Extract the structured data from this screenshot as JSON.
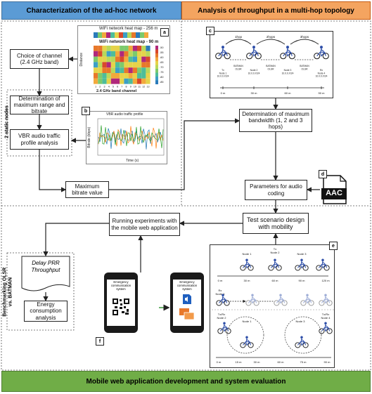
{
  "headers": {
    "left": "Characterization of the ad-hoc network",
    "right": "Analysis of throughput in a multi-hop topology",
    "footer": "Mobile web application development and system evaluation"
  },
  "nodes": {
    "choice_channel": "Choice of channel (2.4 GHz band)",
    "determination_range": "Determination of maximum range and bitrate",
    "vbr_audio": "VBR audio traffic profile analysis",
    "max_bitrate": "Maximum bitrate value",
    "determination_bandwidth": "Determination of maximum bandwidth (1, 2 and 3 hops)",
    "parameters_audio": "Parameters for audio coding",
    "test_scenario": "Test scenario design with mobility",
    "running_experiments": "Running experiments with the mobile web application",
    "delay_prr": "Delay PRR Throughput",
    "energy": "Energy consumption analysis"
  },
  "side_labels": {
    "static_nodes": "2 static nodes",
    "benchmarking": "Benchmarking OLSR vs. BATMAN"
  },
  "badges": [
    "a",
    "b",
    "c",
    "d",
    "e",
    "f"
  ],
  "heatmap": {
    "title_back": "WiFi network heat map - 256 m",
    "title_front": "WiFi network heat map - 90 m",
    "xlabel": "2.4 GHz band channel",
    "ylabel": "Distance",
    "xticks": [
      "1",
      "2",
      "3",
      "4",
      "5",
      "6",
      "7",
      "8",
      "9",
      "10",
      "11",
      "12",
      "13"
    ],
    "colorbar": [
      "-50",
      "-55",
      "-60",
      "-65",
      "-70",
      "-75",
      "-80",
      "-85"
    ]
  },
  "vbr_chart": {
    "title": "VBR audio traffic profile",
    "xlabel": "Time (s)",
    "ylabel": "Bitrate (kbps)"
  },
  "aac_label": "AAC",
  "hops": {
    "labels": [
      "1hop",
      "2hops",
      "3hops"
    ],
    "nodes": [
      "Tx\nNode 1\n10.0.0.X/24",
      "BATMAN\nOLSR",
      "Node 2\n10.0.0.X/24",
      "BATMAN\nOLSR",
      "Node 3\n10.0.0.X/24",
      "BATMAN\nOLSR",
      "Rx\nNode 4\n10.0.0.X/24"
    ],
    "distances": [
      "0 m",
      "30 m",
      "60 m",
      "90 m"
    ]
  },
  "mobility": {
    "top_nodes": [
      "Node 1",
      "Tx\nNode 2",
      "Node 3"
    ],
    "rx_label": "Rx\nNode 4",
    "distances_1": [
      "0 m",
      "30 m",
      "60 m",
      "90 m",
      "120 m"
    ],
    "circle_labels": [
      "Tx/Rx\nNode 2",
      "Node 1",
      "Node 3",
      "Tx/Rx\nNode 4"
    ],
    "distances_2": [
      "0 m",
      "15 m",
      "30 m",
      "60 m",
      "75 m",
      "90 m"
    ]
  },
  "phones": {
    "left_title": "Emergency communication system",
    "right_title": "Emergency communication system"
  }
}
